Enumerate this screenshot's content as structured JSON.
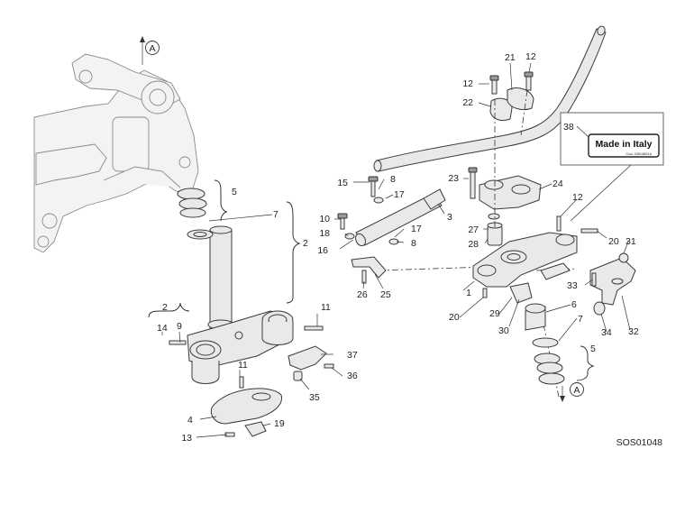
{
  "callouts": {
    "c1": "1",
    "c2a": "2",
    "c2b": "2",
    "c3": "3",
    "c4": "4",
    "c5a": "5",
    "c5b": "5",
    "c6": "6",
    "c7a": "7",
    "c7b": "7",
    "c8a": "8",
    "c8b": "8",
    "c9": "9",
    "c10": "10",
    "c11a": "11",
    "c11b": "11",
    "c12a": "12",
    "c12b": "12",
    "c12c": "12",
    "c13": "13",
    "c14": "14",
    "c15": "15",
    "c16": "16",
    "c17a": "17",
    "c17b": "17",
    "c18": "18",
    "c19": "19",
    "c20a": "20",
    "c20b": "20",
    "c21": "21",
    "c22": "22",
    "c23": "23",
    "c24": "24",
    "c25": "25",
    "c26": "26",
    "c27": "27",
    "c28": "28",
    "c29": "29",
    "c30": "30",
    "c31": "31",
    "c32": "32",
    "c33": "33",
    "c34": "34",
    "c35": "35",
    "c36": "36",
    "c37": "37",
    "c38": "38"
  },
  "refs": {
    "top": "A",
    "bottom": "A"
  },
  "decal": {
    "main": "Made in Italy",
    "code": "Cod. 43514651A"
  },
  "drawing_code": "SOS01048"
}
